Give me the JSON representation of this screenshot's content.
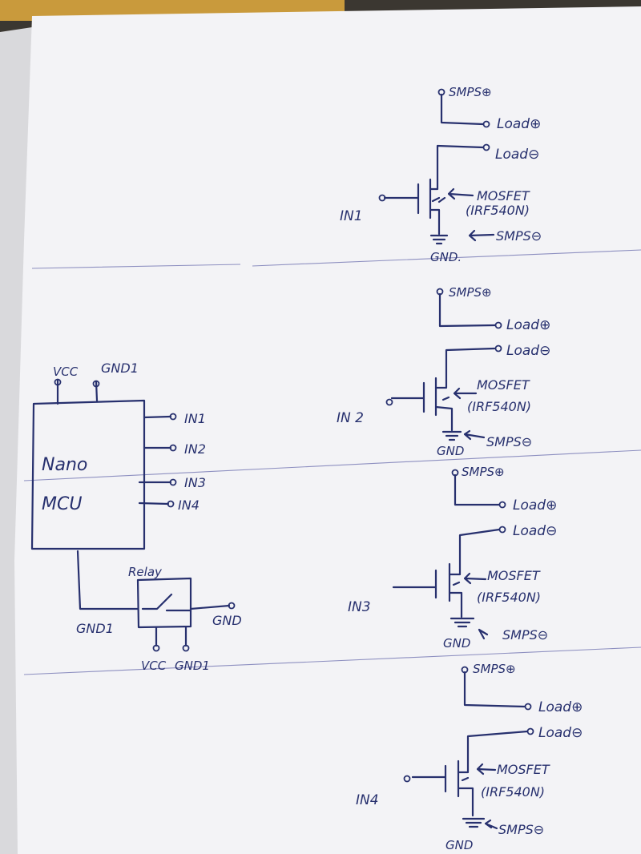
{
  "mcu": {
    "line1": "Nano",
    "line2": "MCU",
    "vcc": "VCC",
    "gnd": "GND1",
    "outputs": [
      "IN1",
      "IN2",
      "IN3",
      "IN4"
    ]
  },
  "relay": {
    "title": "Relay",
    "left_gnd": "GND1",
    "right_gnd": "GND",
    "vcc": "VCC",
    "pin_gnd": "GND1"
  },
  "channels": [
    {
      "smps_pos": "SMPS⊕",
      "load_pos": "Load⊕",
      "load_neg": "Load⊖",
      "mosfet": "MOSFET",
      "part": "(IRF540N)",
      "input": "IN1",
      "smps_neg": "SMPS⊖",
      "gnd": "GND."
    },
    {
      "smps_pos": "SMPS⊕",
      "load_pos": "Load⊕",
      "load_neg": "Load⊖",
      "mosfet": "MOSFET",
      "part": "(IRF540N)",
      "input": "IN 2",
      "smps_neg": "SMPS⊖",
      "gnd": "GND"
    },
    {
      "smps_pos": "SMPS⊕",
      "load_pos": "Load⊕",
      "load_neg": "Load⊖",
      "mosfet": "MOSFET",
      "part": "(IRF540N)",
      "input": "IN3",
      "smps_neg": "SMPS⊖",
      "gnd": "GND"
    },
    {
      "smps_pos": "SMPS⊕",
      "load_pos": "Load⊕",
      "load_neg": "Load⊖",
      "mosfet": "MOSFET",
      "part": "(IRF540N)",
      "input": "IN4",
      "smps_neg": "SMPS⊖",
      "gnd": "GND"
    }
  ]
}
